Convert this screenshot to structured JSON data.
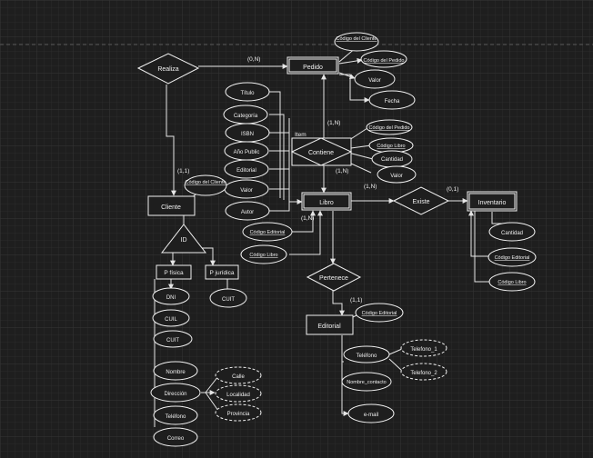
{
  "entities": {
    "pedido": "Pedido",
    "libro": "Libro",
    "cliente": "Cliente",
    "inventario": "Inventario",
    "editorial": "Editorial",
    "pfisica": "P física",
    "pjuridica": "P jurídica",
    "item": "Item"
  },
  "relationships": {
    "realiza": "Realiza",
    "contiene": "Contiene",
    "existe": "Existe",
    "pertenece": "Pertenece",
    "id": "ID"
  },
  "attributes": {
    "pedido_codigo_cliente": "Código del Cliente",
    "pedido_codigo_pedido": "Código del Pedido",
    "pedido_valor": "Valor",
    "pedido_fecha": "Fecha",
    "contiene_codigo_pedido": "Código del Pedido",
    "contiene_codigo_libro": "Código Libro",
    "contiene_cantidad": "Cantidad",
    "contiene_valor": "Valor",
    "libro_titulo": "Título",
    "libro_categoria": "Categoría",
    "libro_isbn": "ISBN",
    "libro_anio": "Año Public",
    "libro_editorial": "Editorial",
    "libro_valor": "Valor",
    "libro_autor": "Autor",
    "libro_codigo_editorial": "Código Editorial",
    "libro_codigo_libro": "Código Libro",
    "cliente_codigo": "Código del Cliente",
    "inv_cantidad": "Cantidad",
    "inv_codigo_editorial": "Código Editorial",
    "inv_codigo_libro": "Código Libro",
    "dni": "DNI",
    "cuil": "CUIL",
    "cuit_fisica": "CUIT",
    "cuit_juridica": "CUIT",
    "editorial_codigo": "Código Editorial",
    "telefono": "Teléfono",
    "telefono_1": "Telefono_1",
    "telefono_2": "Telefono_2",
    "nombre_contacto": "Nombre_contacto",
    "email": "e-mail",
    "nombre": "Nombre",
    "direccion": "Dirección",
    "calle": "Calle",
    "localidad": "Localidad",
    "provincia": "Provincia",
    "cliente_telefono": "Teléfono",
    "correo": "Correo"
  },
  "cardinalities": {
    "realiza_pedido": "(0,N)",
    "realiza_cliente": "(1,1)",
    "contiene_pedido": "(1,N)",
    "contiene_libro": "(1,N)",
    "libro_existe": "(1,N)",
    "existe_inventario": "(0,1)",
    "libro_editorial": "(1,N)",
    "pertenece_editorial": "(1,1)"
  },
  "colors": {
    "background": "#1e1e1e",
    "stroke": "#f0f0f0"
  }
}
